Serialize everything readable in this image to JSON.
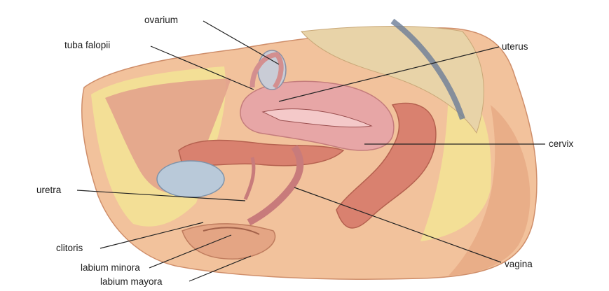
{
  "labels": {
    "ovarium": "ovarium",
    "tuba_falopii": "tuba falopii",
    "uterus": "uterus",
    "cervix": "cervix",
    "uretra": "uretra",
    "clitoris": "clitoris",
    "labium_minora": "labium minora",
    "labium_mayora": "labium mayora",
    "vagina": "vagina"
  },
  "colors": {
    "skin": "#f2c29c",
    "skin_shadow": "#d99a74",
    "fat": "#f3df96",
    "muscle": "#d9816f",
    "uterus_wall": "#e7a6a6",
    "uterus_inner": "#f4c9c9",
    "bladder": "#b9c9d9",
    "bone": "#e8d3a8",
    "line": "#222222"
  }
}
